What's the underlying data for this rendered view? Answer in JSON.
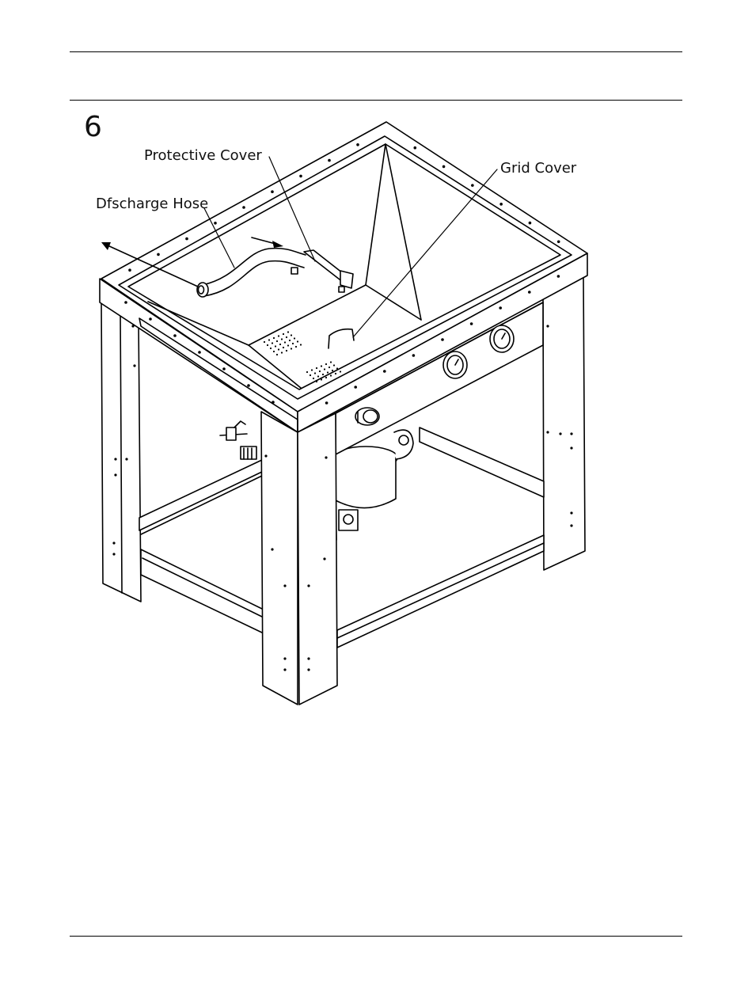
{
  "figure": {
    "step_number": "6",
    "callouts": {
      "protective_cover": "Protective Cover",
      "grid_cover": "Grid Cover",
      "discharge_hose": "Dfscharge Hose"
    }
  },
  "colors": {
    "line": "#000000",
    "background": "#ffffff"
  },
  "icons": [
    "direction-arrow-icon",
    "temperature-gauge-icon",
    "pressure-gauge-icon",
    "drain-valve-icon",
    "control-knob-icon"
  ]
}
